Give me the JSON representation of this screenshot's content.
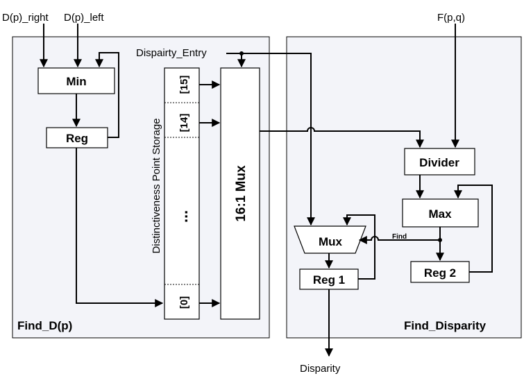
{
  "inputs": {
    "d_right": "D(p)_right",
    "d_left": "D(p)_left",
    "f_pq": "F(p,q)",
    "entry": "Dispairty_Entry"
  },
  "output": "Disparity",
  "left_panel": {
    "title": "Find_D(p)",
    "min": "Min",
    "reg": "Reg"
  },
  "storage": {
    "label": "Distinctiveness Point Storage",
    "slot_15": "[15]",
    "slot_14": "[14]",
    "ellipsis": "...",
    "slot_0": "[0]"
  },
  "mux16": "16:1 Mux",
  "right_panel": {
    "title": "Find_Disparity",
    "divider": "Divider",
    "max": "Max",
    "mux": "Mux",
    "reg1": "Reg 1",
    "reg2": "Reg 2",
    "find": "Find"
  }
}
